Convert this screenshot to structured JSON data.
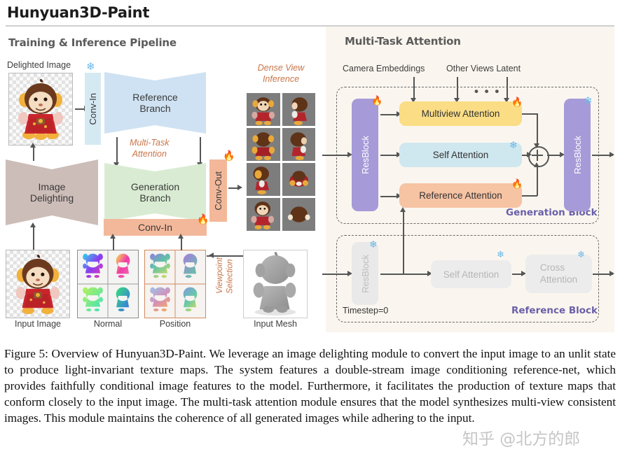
{
  "figure": {
    "title": "Hunyuan3D-Paint",
    "caption": "Figure 5: Overview of Hunyuan3D-Paint. We leverage an image delighting module to convert the input image to an unlit state to produce light-invariant texture maps. The system features a double-stream image conditioning reference-net, which provides faithfully conditional image features to the model. Furthermore, it facilitates the production of texture maps that conform closely to the input image. The multi-task attention module ensures that the model synthesizes multi-view consistent images. This module maintains the coherence of all generated images while adhering to the input.",
    "watermark": "知乎 @北方的郎"
  },
  "left_panel": {
    "heading": "Training & Inference Pipeline",
    "delighted_image_label": "Delighted Image",
    "conv_in_top": "Conv-In",
    "reference_branch": "Reference\nBranch",
    "multi_task_attention": "Multi-Task\nAttention",
    "image_delighting": "Image\nDelighting",
    "generation_branch": "Generation\nBranch",
    "conv_in_bottom": "Conv-In",
    "conv_out": "Conv-Out",
    "dense_view_inference": "Dense View\nInference",
    "viewpoint_selection": "Viewpoint\nSelection",
    "captions": {
      "input_image": "Input Image",
      "normal": "Normal",
      "position": "Position",
      "input_mesh": "Input Mesh"
    }
  },
  "right_panel": {
    "heading": "Multi-Task Attention",
    "camera_embeddings": "Camera Embeddings",
    "other_views_latent": "Other Views Latent",
    "ellipsis": "• • •",
    "generation_block": {
      "label": "Generation Block",
      "resblock_in": "ResBlock",
      "resblock_out": "ResBlock",
      "attentions": [
        {
          "label": "Multiview Attention",
          "state": "trainable",
          "color": "#fadd85"
        },
        {
          "label": "Self Attention",
          "state": "frozen",
          "color": "#cfe7ef"
        },
        {
          "label": "Reference Attention",
          "state": "trainable",
          "color": "#f6c3a3"
        }
      ]
    },
    "reference_block": {
      "label": "Reference Block",
      "resblock": "ResBlock",
      "self_attention": "Self Attention",
      "cross_attention": "Cross\nAttention",
      "timestep": "Timestep=0"
    }
  },
  "legend_icons": {
    "frozen": "❄",
    "trainable": "🔥"
  },
  "colors": {
    "panel_bg": "#faf6ef",
    "resblock": "#a79ad8",
    "reference_branch": "#cfe2f3",
    "generation_branch": "#d9ecd3",
    "conv_orange": "#f3b89a",
    "conv_blue": "#d5e9f2",
    "delight": "#cdbdb8",
    "block_label": "#6a5fa8",
    "accent_text": "#c8764a"
  }
}
